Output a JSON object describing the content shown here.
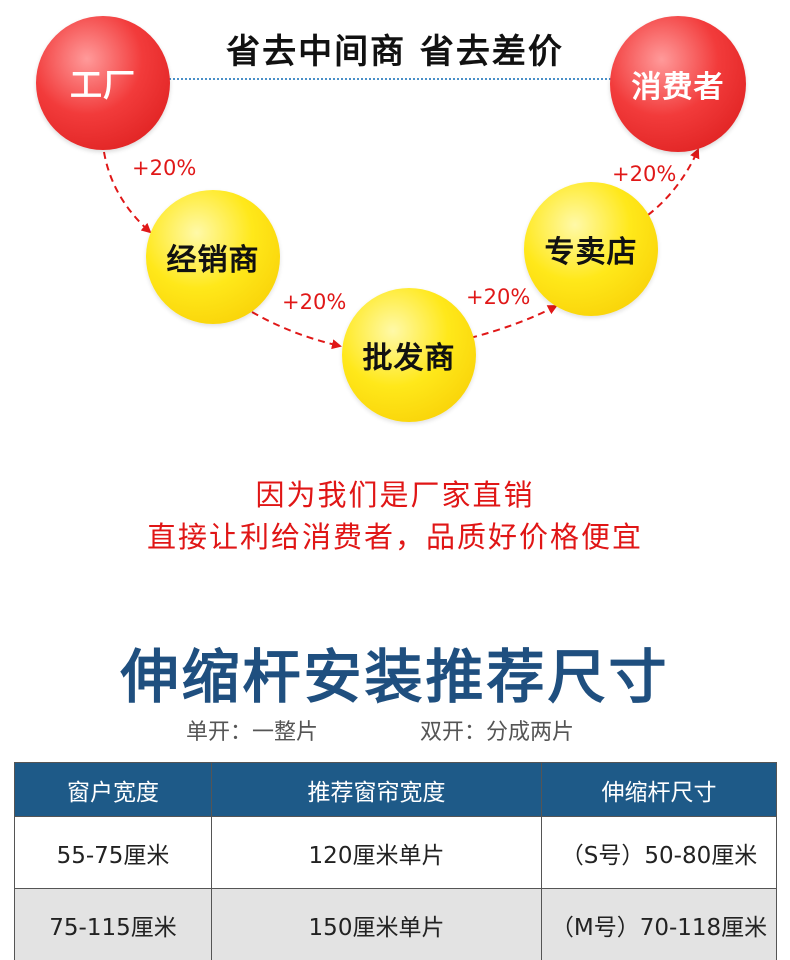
{
  "flow": {
    "title": "省去中间商 省去差价",
    "nodes": {
      "factory": "工厂",
      "consumer": "消费者",
      "dealer": "经销商",
      "wholesaler": "批发商",
      "retailer": "专卖店"
    },
    "markups": [
      "+20%",
      "+20%",
      "+20%",
      "+20%"
    ],
    "colors": {
      "red": "#f23b3b",
      "yellow": "#ffe81a",
      "arrow": "#e01818"
    }
  },
  "slogan": {
    "line1": "因为我们是厂家直销",
    "line2": "直接让利给消费者，品质好价格便宜"
  },
  "sizes": {
    "title": "伸缩杆安装推荐尺寸",
    "note_single": "单开：一整片",
    "note_double": "双开：分成两片",
    "headers": [
      "窗户宽度",
      "推荐窗帘宽度",
      "伸缩杆尺寸"
    ],
    "rows": [
      [
        "55-75厘米",
        "120厘米单片",
        "（S号）50-80厘米"
      ],
      [
        "75-115厘米",
        "150厘米单片",
        "（M号）70-118厘米"
      ]
    ],
    "colors": {
      "title": "#1f4f7f",
      "header_bg": "#1e5a88"
    }
  }
}
